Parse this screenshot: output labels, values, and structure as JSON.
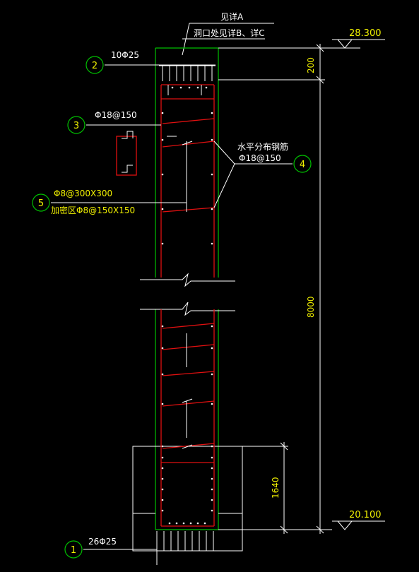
{
  "colors": {
    "background": "#000000",
    "concrete_outline": "#00c000",
    "rebar": "#e01010",
    "annotation": "#ffffff",
    "text": "#f0f000",
    "callout_circle": "#00c000"
  },
  "notes": {
    "see_detail_a": "见详A",
    "opening_note": "洞口处见详B、详C",
    "horizontal_rebar_title": "水平分布钢筋",
    "horizontal_rebar_spec": "Φ18@150",
    "tie_spec": "Φ8@300X300",
    "tie_dense_spec": "加密区Φ8@150X150",
    "vertical_spec_top": "10Φ25",
    "vertical_spec_left": "Φ18@150",
    "vertical_spec_bottom": "26Φ25"
  },
  "callouts": [
    {
      "id": "c1",
      "label": "1"
    },
    {
      "id": "c2",
      "label": "2"
    },
    {
      "id": "c3",
      "label": "3"
    },
    {
      "id": "c4",
      "label": "4"
    },
    {
      "id": "c5",
      "label": "5"
    }
  ],
  "elevations": {
    "top": "28.300",
    "bottom": "20.100"
  },
  "dimensions": {
    "top_segment": "200",
    "overall_height": "8000",
    "base_height": "1640"
  }
}
